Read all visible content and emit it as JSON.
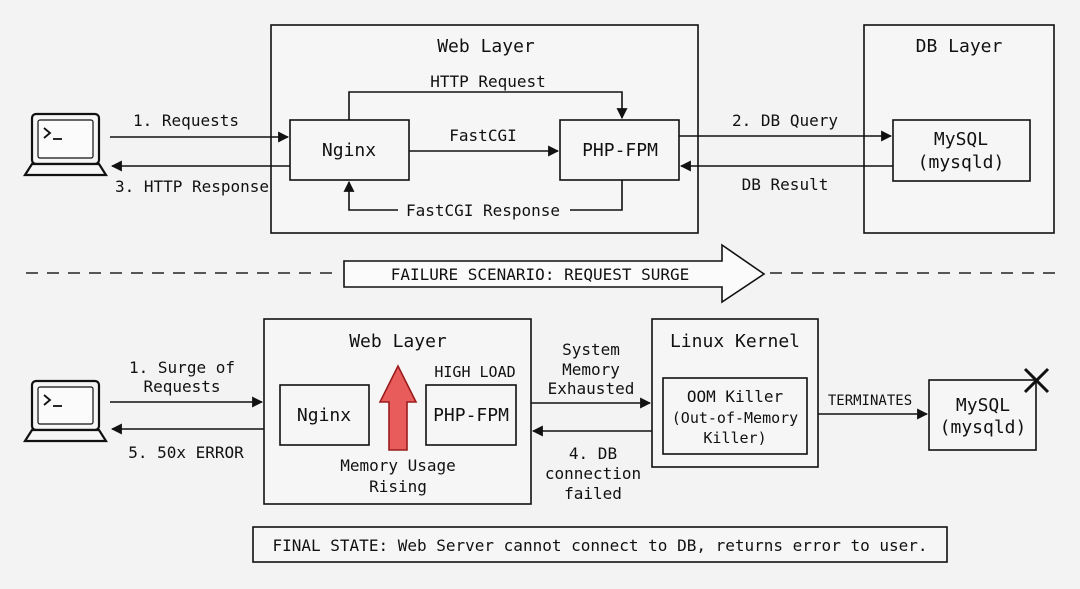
{
  "top": {
    "web_layer_title": "Web Layer",
    "db_layer_title": "DB Layer",
    "nginx_label": "Nginx",
    "phpfpm_label": "PHP-FPM",
    "mysql_line1": "MySQL",
    "mysql_line2": "(mysqld)",
    "http_request": "HTTP Request",
    "fastcgi": "FastCGI",
    "fastcgi_response": "FastCGI Response",
    "requests": "1. Requests",
    "http_response": "3. HTTP Response",
    "db_query": "2. DB Query",
    "db_result": "DB Result"
  },
  "divider": {
    "banner": "FAILURE SCENARIO: REQUEST SURGE"
  },
  "bottom": {
    "web_layer_title": "Web Layer",
    "nginx_label": "Nginx",
    "phpfpm_label": "PHP-FPM",
    "high_load": "HIGH LOAD",
    "memory_line1": "Memory Usage",
    "memory_line2": "Rising",
    "surge_line1": "1. Surge of",
    "surge_line2": "Requests",
    "error": "5. 50x ERROR",
    "mem_exhausted_line1": "System",
    "mem_exhausted_line2": "Memory",
    "mem_exhausted_line3": "Exhausted",
    "db_failed_line1": "4. DB",
    "db_failed_line2": "connection",
    "db_failed_line3": "failed",
    "kernel_title": "Linux Kernel",
    "oom_line1": "OOM Killer",
    "oom_line2": "(Out-of-Memory",
    "oom_line3": "Killer)",
    "terminates": "TERMINATES",
    "mysql_line1": "MySQL",
    "mysql_line2": "(mysqld)"
  },
  "final_state": "FINAL STATE: Web Server cannot connect to DB, returns error to user.",
  "colors": {
    "memory_arrow_fill": "#e85c5c",
    "memory_arrow_stroke": "#9b1c1c"
  },
  "icons": {
    "client_top": "laptop-terminal-icon",
    "client_bottom": "laptop-terminal-icon",
    "killed_marker": "x-cross-icon"
  }
}
